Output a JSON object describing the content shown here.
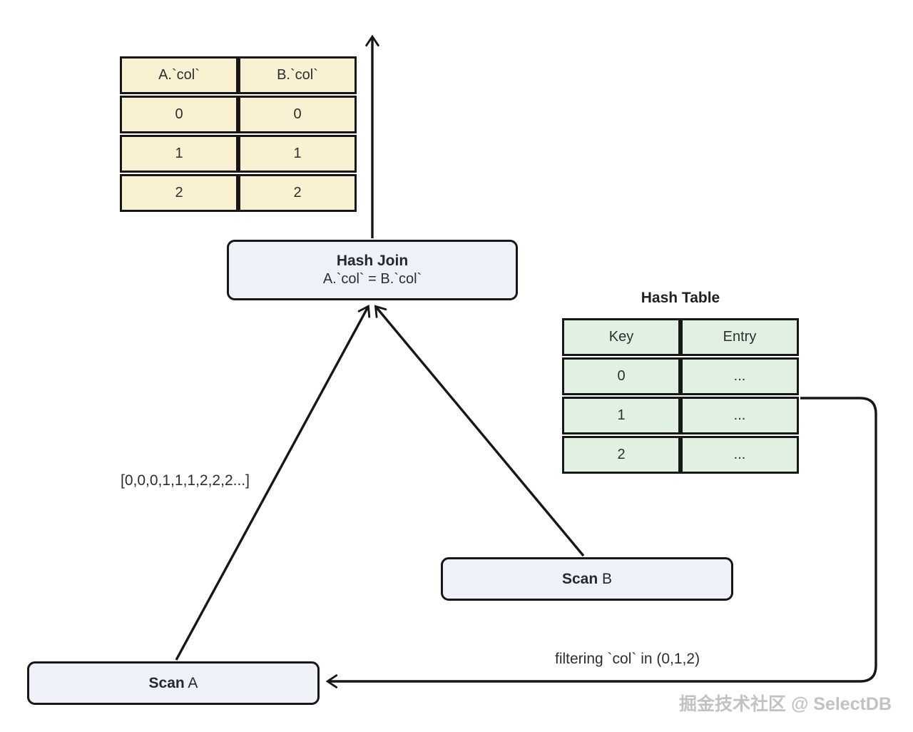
{
  "diagram": {
    "result_table": {
      "headers": [
        "A.`col`",
        "B.`col`"
      ],
      "rows": [
        [
          "0",
          "0"
        ],
        [
          "1",
          "1"
        ],
        [
          "2",
          "2"
        ]
      ]
    },
    "hash_join_node": {
      "title": "Hash Join",
      "condition": "A.`col` = B.`col`"
    },
    "hash_table": {
      "title": "Hash Table",
      "headers": [
        "Key",
        "Entry"
      ],
      "rows": [
        [
          "0",
          "..."
        ],
        [
          "1",
          "..."
        ],
        [
          "2",
          "..."
        ]
      ]
    },
    "scan_a_node": {
      "bold": "Scan",
      "regular": " A"
    },
    "scan_b_node": {
      "bold": "Scan",
      "regular": " B"
    },
    "labels": {
      "scan_a_output": "[0,0,0,1,1,1,2,2,2...]",
      "runtime_filter": "filtering `col` in (0,1,2)"
    },
    "watermark": "掘金技术社区 @ SelectDB",
    "colors": {
      "result_table_fill": "#faf0d2",
      "hash_table_fill": "#e0f1e1",
      "node_fill": "#eef1f7",
      "line_color": "#171717",
      "watermark_color": "#c3c2c2"
    }
  }
}
